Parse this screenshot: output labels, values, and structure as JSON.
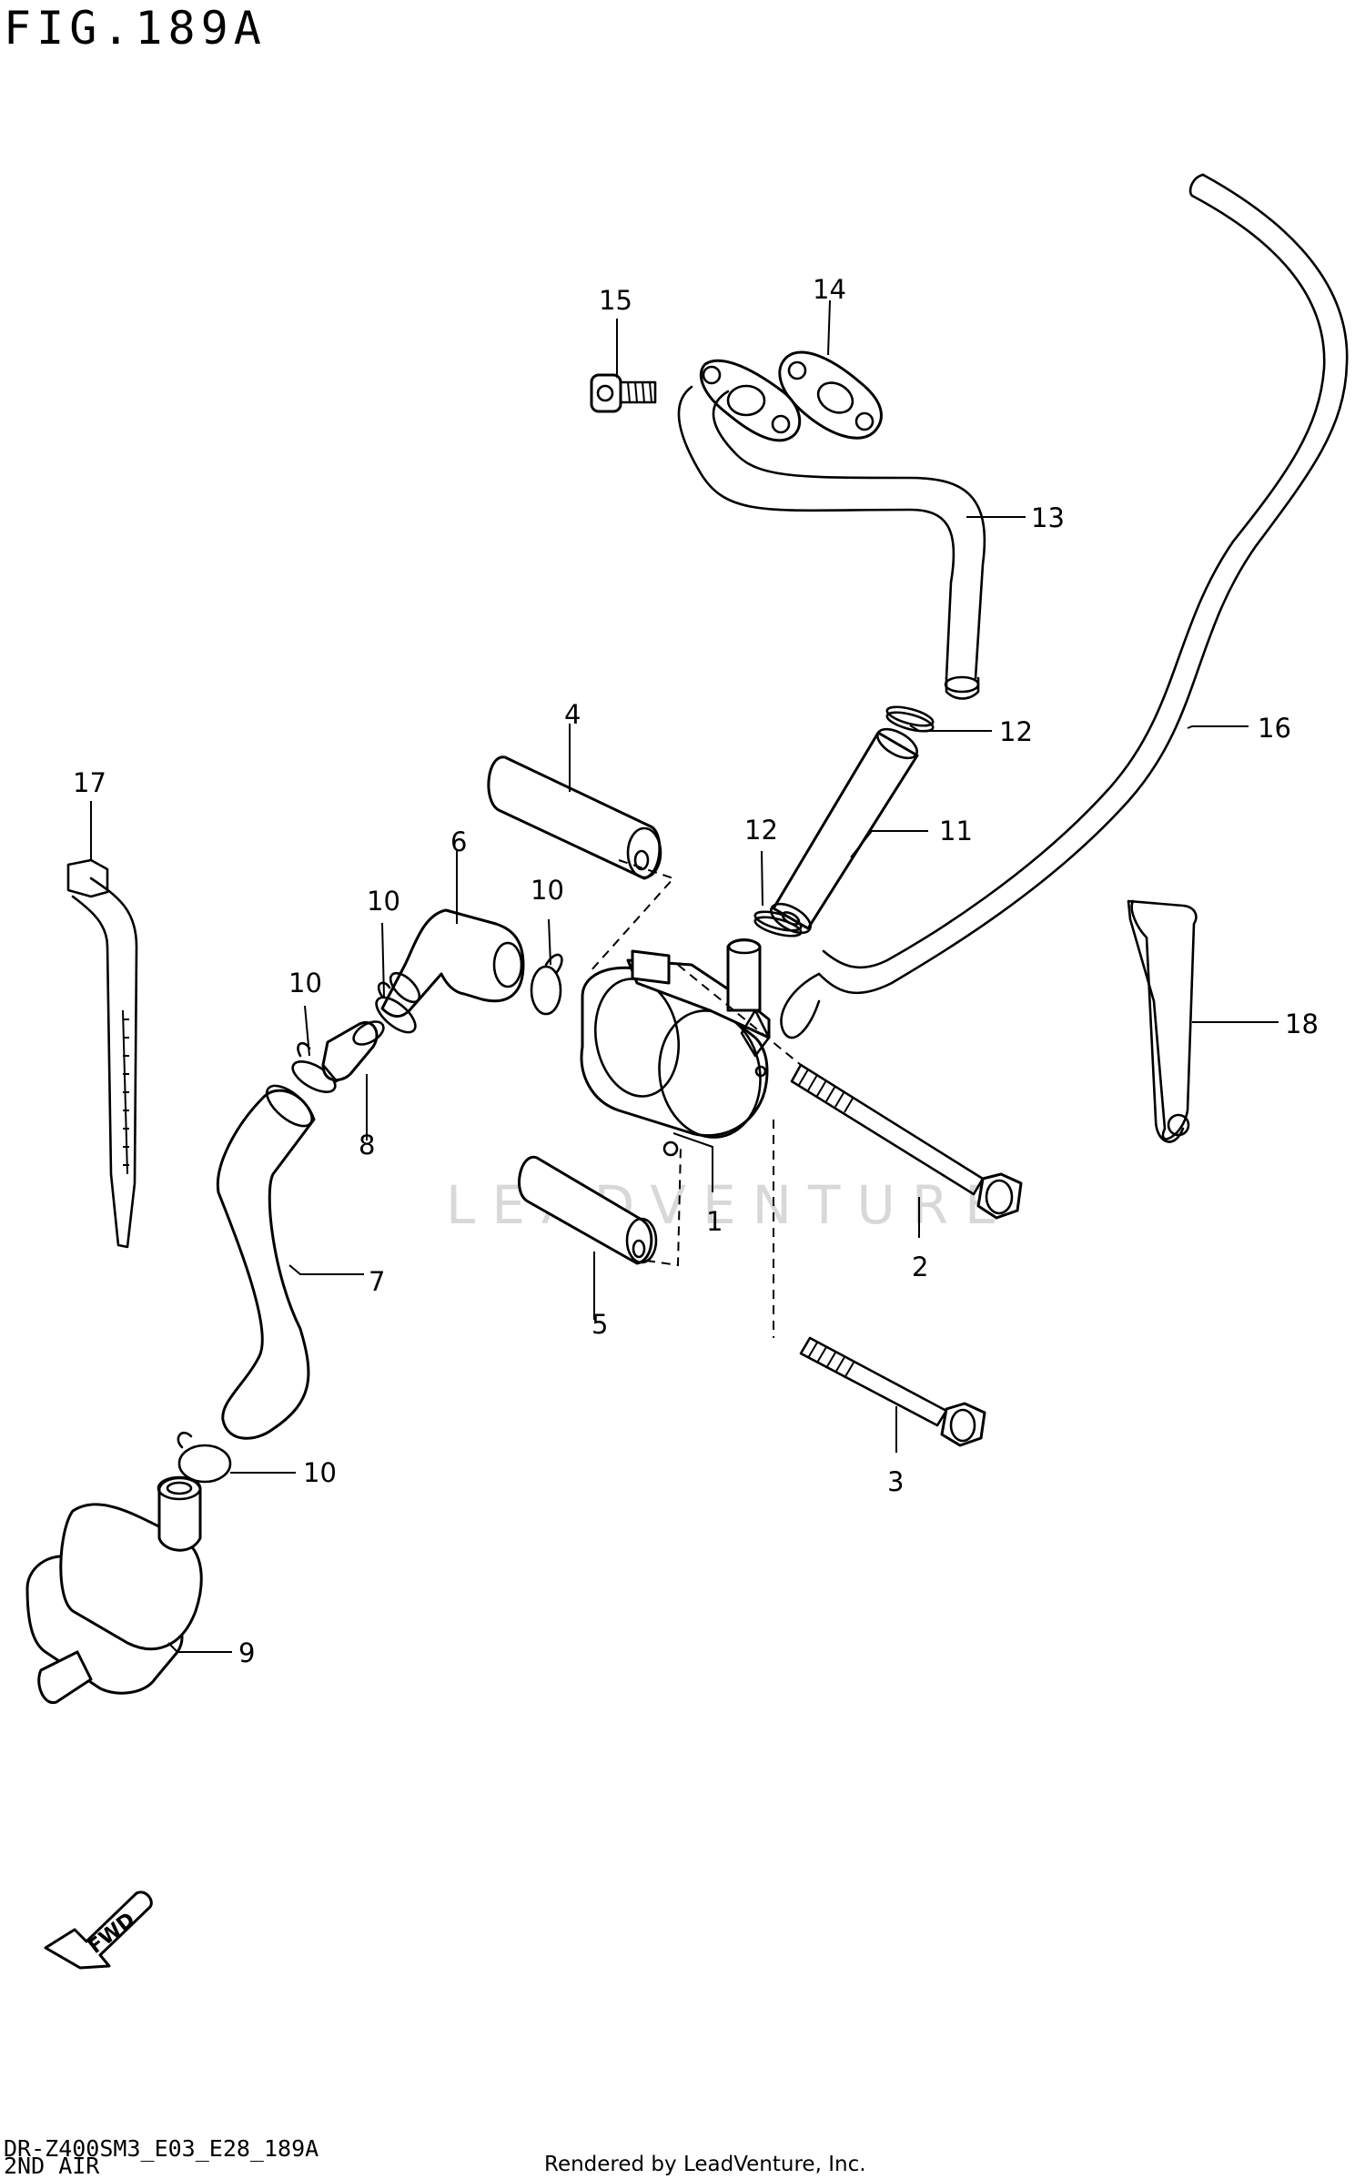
{
  "figure": {
    "title": "FIG.189A"
  },
  "callouts": [
    {
      "id": "1",
      "label": "1"
    },
    {
      "id": "2",
      "label": "2"
    },
    {
      "id": "3",
      "label": "3"
    },
    {
      "id": "4",
      "label": "4"
    },
    {
      "id": "5",
      "label": "5"
    },
    {
      "id": "6",
      "label": "6"
    },
    {
      "id": "7",
      "label": "7"
    },
    {
      "id": "8",
      "label": "8"
    },
    {
      "id": "9",
      "label": "9"
    },
    {
      "id": "10",
      "label": "10"
    },
    {
      "id": "11",
      "label": "11"
    },
    {
      "id": "12",
      "label": "12"
    },
    {
      "id": "13",
      "label": "13"
    },
    {
      "id": "14",
      "label": "14"
    },
    {
      "id": "15",
      "label": "15"
    },
    {
      "id": "16",
      "label": "16"
    },
    {
      "id": "17",
      "label": "17"
    },
    {
      "id": "18",
      "label": "18"
    }
  ],
  "fwd_arrow": {
    "label": "FWD"
  },
  "watermark": {
    "text": "LEADVENTURE"
  },
  "footer": {
    "diagram_code": "DR-Z400SM3_E03_E28_189A",
    "section_name": "2ND AIR",
    "credit": "Rendered by LeadVenture, Inc."
  }
}
